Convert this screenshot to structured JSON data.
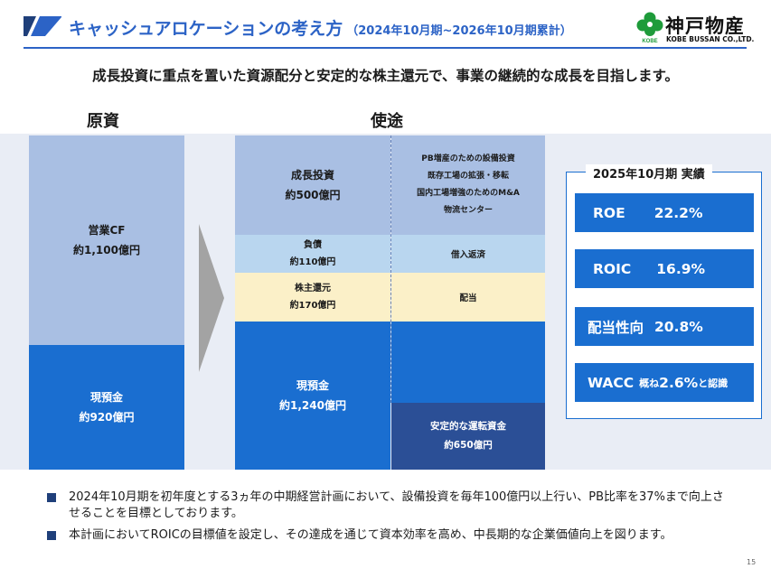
{
  "header": {
    "title": "キャッシュアロケーションの考え方",
    "period": "（2024年10月期~2026年10月期累計）",
    "logo_name": "神戸物産",
    "logo_en": "KOBE BUSSAN CO.,LTD.",
    "logo_badge": "KOBE",
    "brand_color": "#2c63c6"
  },
  "lead": "成長投資に重点を置いた資源配分と安定的な株主還元で、事業の継続的な成長を目指します。",
  "sources": {
    "heading": "原資",
    "operating_cf": {
      "label": "営業CF",
      "amount": "約1,100億円"
    },
    "cash": {
      "label": "現預金",
      "amount": "約920億円"
    }
  },
  "uses": {
    "heading": "使途",
    "growth": {
      "label": "成長投資",
      "amount": "約500億円",
      "details": [
        "PB増産のための設備投資",
        "既存工場の拡張・移転",
        "国内工場増強のためのM&A",
        "物流センター"
      ]
    },
    "debt": {
      "label": "負債",
      "amount": "約110億円",
      "detail": "借入返済"
    },
    "shareholder": {
      "label": "株主還元",
      "amount": "約170億円",
      "detail": "配当"
    },
    "cash": {
      "label": "現預金",
      "amount": "約1,240億円"
    },
    "working_capital": {
      "label": "安定的な運転資金",
      "amount": "約650億円"
    }
  },
  "results": {
    "title": "2025年10月期 実績",
    "roe": {
      "label": "ROE",
      "value": "22.2%"
    },
    "roic": {
      "label": "ROIC",
      "value": "16.9%"
    },
    "payout": {
      "label": "配当性向",
      "value": "20.8%"
    },
    "wacc": {
      "label": "WACC",
      "prefix": "概ね",
      "value": "2.6%",
      "suffix": "と認識"
    }
  },
  "notes": [
    "2024年10月期を初年度とする3ヵ年の中期経営計画において、設備投資を毎年100億円以上行い、PB比率を37%まで向上させることを目標としております。",
    "本計画においてROICの目標値を設定し、その達成を通じて資本効率を高め、中長期的な企業価値向上を図ります。"
  ],
  "page_number": "15"
}
